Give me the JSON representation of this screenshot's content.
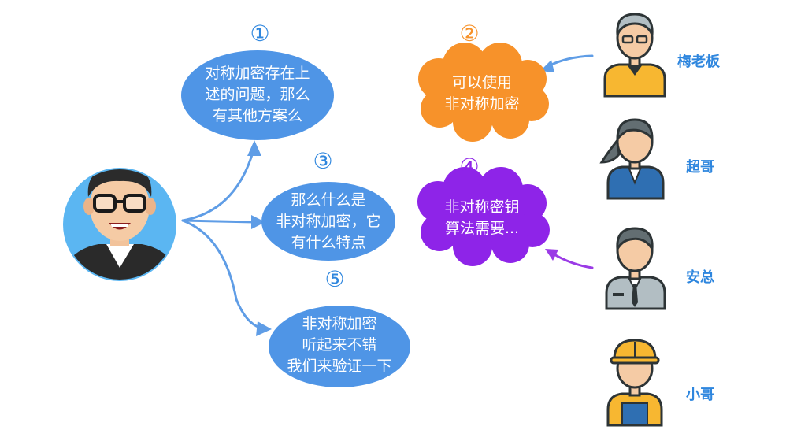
{
  "colors": {
    "blue_bubble": "#4f95e6",
    "orange_bubble": "#f7922a",
    "purple_bubble": "#8e24e8",
    "arrow_blue": "#5f9de6",
    "arrow_purple": "#9b3be6",
    "label_blue": "#2e86de"
  },
  "steps": [
    {
      "number": "①",
      "color": "#2e86de",
      "lines": [
        "对称加密存在上",
        "述的问题，那么",
        "有其他方案么"
      ]
    },
    {
      "number": "②",
      "color": "#f7922a",
      "lines": [
        "可以使用",
        "非对称加密"
      ]
    },
    {
      "number": "③",
      "color": "#2e86de",
      "lines": [
        "那么什么是",
        "非对称加密，它",
        "有什么特点"
      ]
    },
    {
      "number": "④",
      "color": "#8e24e8",
      "lines": [
        "非对称密钥",
        "算法需要..."
      ]
    },
    {
      "number": "⑤",
      "color": "#2e86de",
      "lines": [
        "非对称加密",
        "听起来不错",
        "我们来验证一下"
      ]
    }
  ],
  "people": [
    {
      "name": "梅老板",
      "icon": "boss-avatar-icon"
    },
    {
      "name": "超哥",
      "icon": "woman-avatar-icon"
    },
    {
      "name": "安总",
      "icon": "manager-avatar-icon"
    },
    {
      "name": "小哥",
      "icon": "worker-avatar-icon"
    }
  ],
  "speaker_icon": "smiling-man-with-glasses-icon"
}
